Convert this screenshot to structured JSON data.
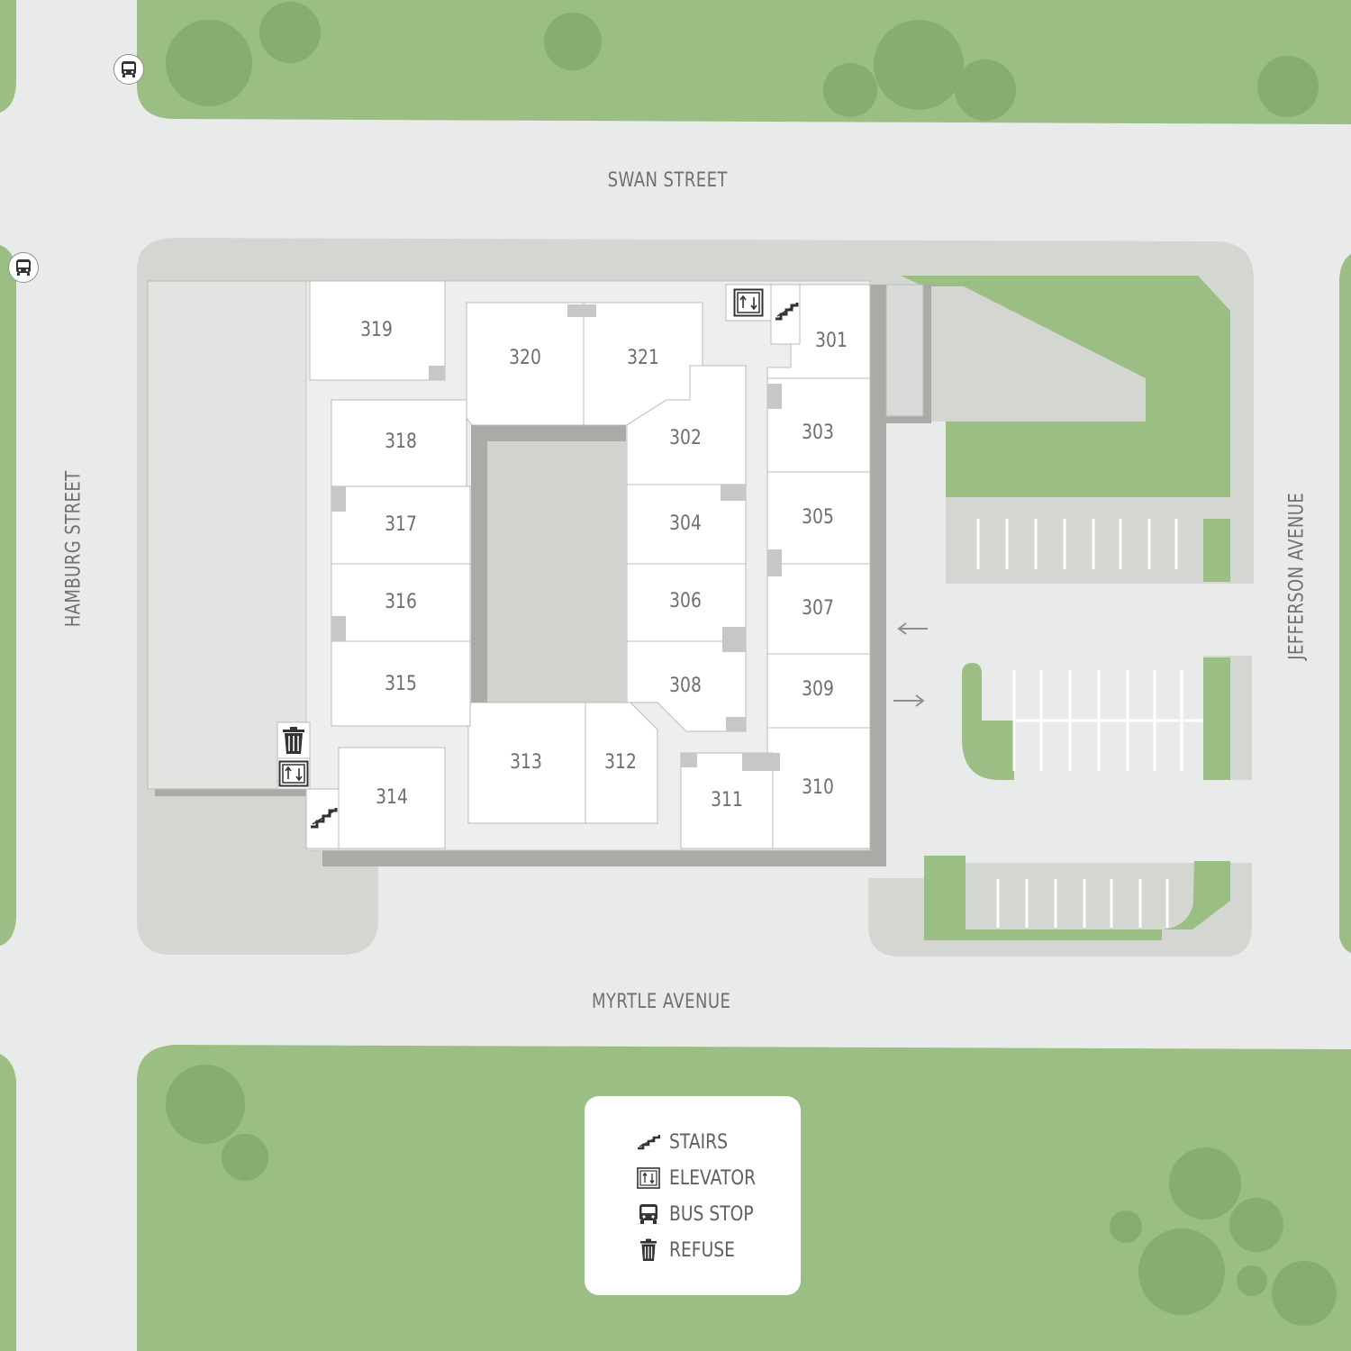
{
  "streets": {
    "north": "SWAN STREET",
    "south": "MYRTLE AVENUE",
    "west": "HAMBURG STREET",
    "east": "JEFFERSON AVENUE"
  },
  "units": [
    "301",
    "302",
    "303",
    "304",
    "305",
    "306",
    "307",
    "308",
    "309",
    "310",
    "311",
    "312",
    "313",
    "314",
    "315",
    "316",
    "317",
    "318",
    "319",
    "320",
    "321"
  ],
  "legend": {
    "stairs": "STAIRS",
    "elevator": "ELEVATOR",
    "bus_stop": "BUS STOP",
    "refuse": "REFUSE"
  },
  "colors": {
    "street": "#e9ebea",
    "grass": "#9abe84",
    "tree": "#86ad72",
    "sidewalk": "#d4d6d2",
    "unit": "#ffffff",
    "corridor": "#eeeeee",
    "atrium": "#d1d3cf",
    "shadow": "#a9aba7",
    "label": "#6d6e6d"
  },
  "icons": [
    "stairs-icon",
    "elevator-icon",
    "bus-icon",
    "refuse-icon",
    "arrow-left-icon",
    "arrow-right-icon"
  ]
}
